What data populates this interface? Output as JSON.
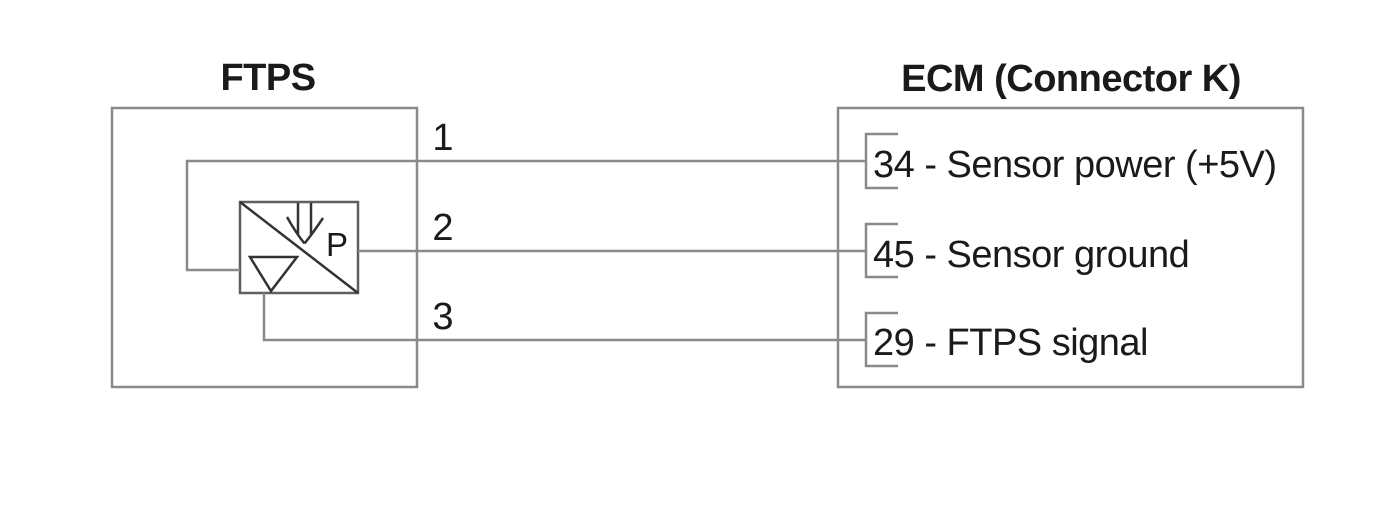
{
  "diagram": {
    "left_component": {
      "title": "FTPS",
      "sensor_symbol_label": "P"
    },
    "right_component": {
      "title": "ECM (Connector K)"
    },
    "wires": [
      {
        "number": "1",
        "pin": "34",
        "pin_label": "34 - Sensor power (+5V)"
      },
      {
        "number": "2",
        "pin": "45",
        "pin_label": "45 - Sensor ground"
      },
      {
        "number": "3",
        "pin": "29",
        "pin_label": "29 - FTPS signal"
      }
    ],
    "colors": {
      "background": "#ffffff",
      "wire": "#8a8a8a",
      "component_border": "#8a8a8a",
      "sensor_outline": "#5f5f5f",
      "sensor_glyph": "#333333",
      "text": "#1a1a1a"
    }
  }
}
